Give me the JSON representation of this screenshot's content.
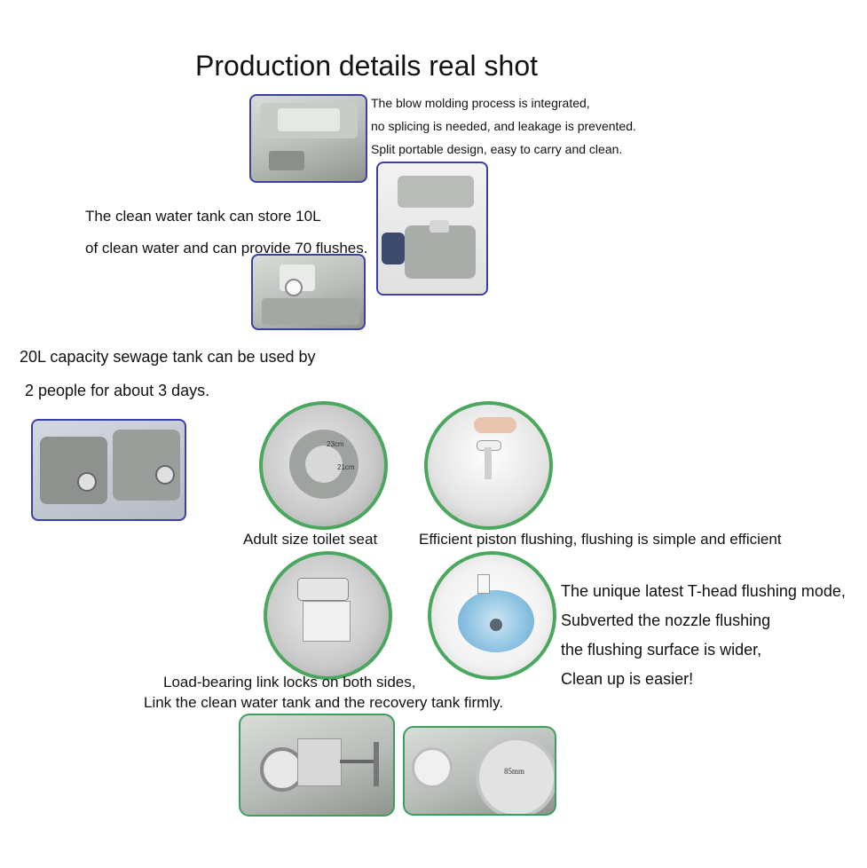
{
  "title": "Production details real shot",
  "blow_molding": {
    "line1": "The blow molding process is integrated,",
    "line2": "no splicing is needed, and leakage is prevented.",
    "line3": "Split portable design, easy to carry and clean."
  },
  "clean_water": {
    "line1": "The clean water tank can store 10L",
    "line2": "of clean water and can provide 70 flushes."
  },
  "sewage": {
    "line1": "20L capacity sewage tank can be used by",
    "line2": "2 people for about 3 days."
  },
  "captions": {
    "seat": "Adult size toilet seat",
    "piston": "Efficient piston flushing, flushing is simple and efficient"
  },
  "seat_dims": {
    "width": "23cm",
    "depth": "21cm"
  },
  "t_head": {
    "line1": "The unique latest T-head flushing mode,",
    "line2": "Subverted the nozzle flushing",
    "line3": "the flushing surface is wider,",
    "line4": "Clean up is easier!"
  },
  "link_locks": {
    "line1": "Load-bearing link locks on both sides,",
    "line2": "Link the clean water tank and the recovery tank firmly."
  },
  "outlet_dim": "85mm"
}
